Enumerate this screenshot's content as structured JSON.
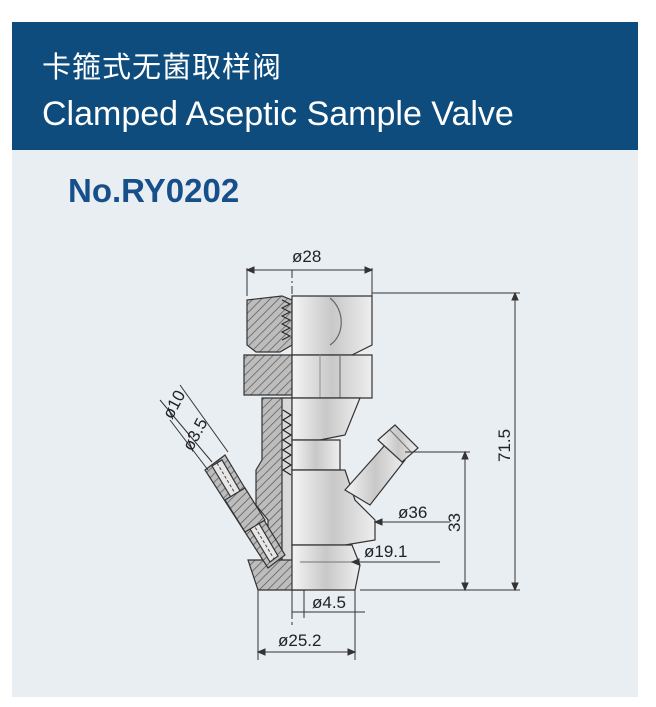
{
  "header": {
    "title_cn": "卡箍式无菌取样阀",
    "title_en": "Clamped Aseptic Sample Valve"
  },
  "model_number": "No.RY0202",
  "dimensions": {
    "top_diameter": "ø28",
    "height_total": "71.5",
    "port_outer_diameter": "ø10",
    "port_inner_diameter": "ø3.5",
    "flange_diameter": "ø36",
    "height_port": "33",
    "bore_diameter": "ø19.1",
    "inner_small": "ø4.5",
    "clamp_diameter": "ø25.2"
  },
  "colors": {
    "header_bg": "#0d4c7d",
    "panel_bg": "#e9eef3",
    "model_text": "#174f8a"
  }
}
